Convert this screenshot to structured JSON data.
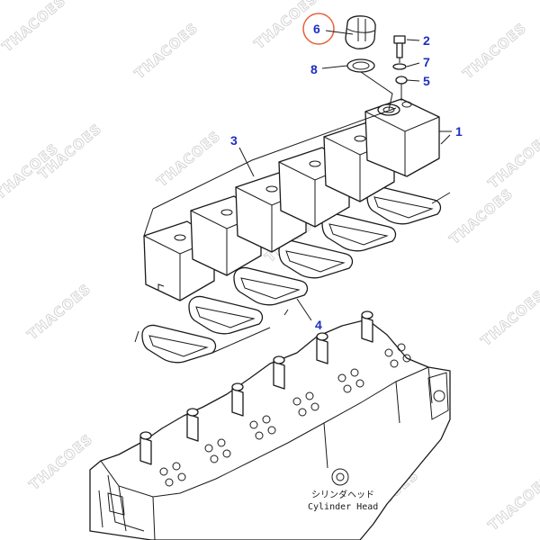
{
  "diagram": {
    "callouts": [
      {
        "id": "1",
        "label": "1"
      },
      {
        "id": "2",
        "label": "2"
      },
      {
        "id": "3",
        "label": "3"
      },
      {
        "id": "4",
        "label": "4"
      },
      {
        "id": "5",
        "label": "5"
      },
      {
        "id": "6",
        "label": "6",
        "highlighted": true
      },
      {
        "id": "7",
        "label": "7"
      },
      {
        "id": "8",
        "label": "8"
      }
    ],
    "caption_jp": "シリンダヘッド",
    "caption_en": "Cylinder Head",
    "watermark": "THACOES",
    "colors": {
      "callout": "#1f2fbf",
      "highlight_ring": "#e8603a",
      "line": "#1a1a1a",
      "watermark": "#d2d2d2"
    }
  }
}
